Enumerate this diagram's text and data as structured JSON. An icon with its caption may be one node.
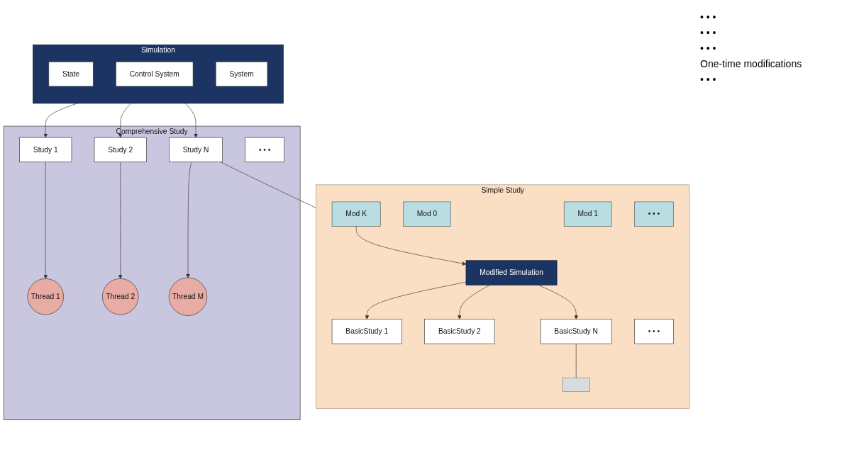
{
  "diagram": {
    "nodes": [
      {
        "text": [
          "Simulation"
        ]
      },
      {
        "text": [
          "State"
        ],
        "in": 0
      },
      {
        "text": [
          "Control System"
        ],
        "in": 0
      },
      {
        "text": [
          "System"
        ],
        "in": 0
      },
      {
        "text": [
          "Comprehensive Study"
        ]
      },
      {
        "text": [
          "Study 1"
        ],
        "in": 4
      },
      {
        "text": [
          "Study 2"
        ],
        "in": 4
      },
      {
        "text": [
          "• • •"
        ],
        "in": 4
      },
      {
        "text": [
          "Study N"
        ],
        "in": 4
      },
      {
        "text": [
          "Thread 1"
        ],
        "in": 4
      },
      {
        "text": [
          "Thread 2"
        ],
        "in": 4
      },
      {
        "text": [
          "Thread M"
        ],
        "in": 4
      },
      {
        "text": [
          "Simple Study"
        ]
      },
      {
        "text": [
          "Mod 0"
        ],
        "in": 12
      },
      {
        "text": [
          "Mod 1"
        ],
        "in": 12
      },
      {
        "text": [
          "• • •"
        ],
        "in": 12
      },
      {
        "text": [
          "Mod K"
        ],
        "in": 12
      },
      {
        "text": [
          "Modified Simulation"
        ],
        "in": 12
      },
      {
        "text": [
          "BasicStudy 1"
        ],
        "in": 12
      },
      {
        "text": [
          "BasicStudy 2"
        ],
        "in": 12
      },
      {
        "text": [
          "• • •"
        ],
        "in": 12
      },
      {
        "text": [
          "BasicStudy N"
        ],
        "in": 12
      },
      {
        "text": [],
        "shape": "box",
        "in": 12
      }
    ],
    "edges": [
      {
        "from": 0,
        "to": 5,
        "arrow": "to"
      },
      {
        "from": 0,
        "to": 6,
        "arrow": "to"
      },
      {
        "from": 0,
        "to": 8,
        "arrow": "to"
      },
      {
        "from": 5,
        "to": 9,
        "arrow": "to"
      },
      {
        "from": 6,
        "to": 10,
        "arrow": "to"
      },
      {
        "from": 8,
        "to": 11,
        "arrow": "to"
      },
      {
        "from": 8,
        "to": 12,
        "arrow": "none"
      },
      {
        "from": 16,
        "to": 17,
        "arrow": "to"
      },
      {
        "from": 17,
        "to": 18,
        "arrow": "to"
      },
      {
        "from": 17,
        "to": 19,
        "arrow": "to"
      },
      {
        "from": 17,
        "to": 21,
        "arrow": "to"
      },
      {
        "from": 21,
        "to": 22,
        "arrow": "none"
      }
    ],
    "labels": [
      "• • •",
      "• • •",
      "• • •",
      "One-time modifications",
      "• • •"
    ]
  }
}
